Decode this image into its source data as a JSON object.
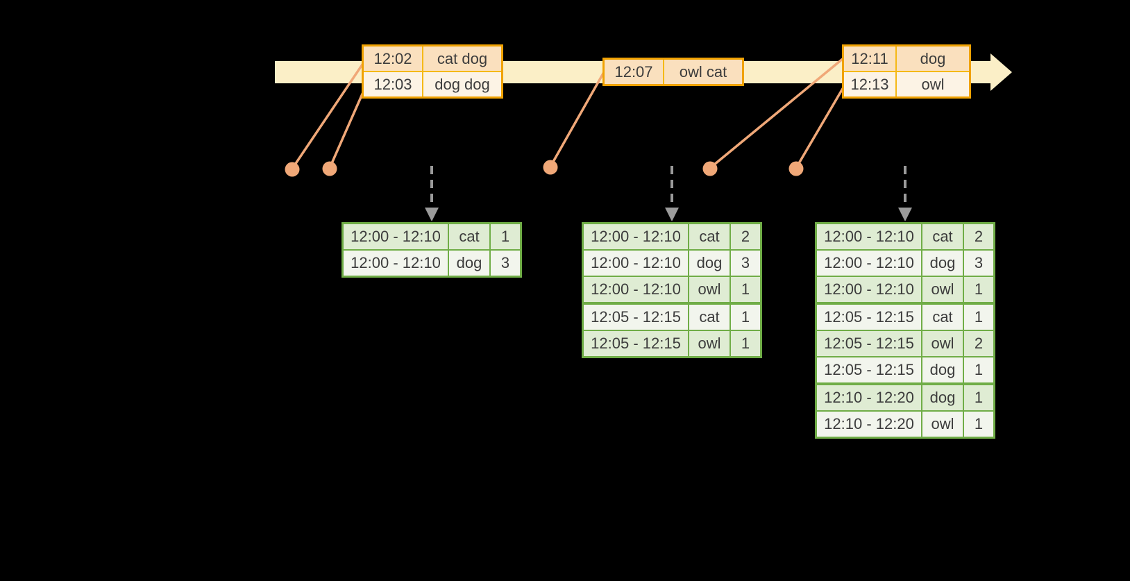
{
  "colors": {
    "bg": "#000000",
    "band": "#FBEFC7",
    "orange": "#F0A202",
    "orange-div": "#F5B916",
    "peach-dark": "#FAE0BE",
    "peach-light": "#FCF3E5",
    "salmon": "#F0A878",
    "arrow-gray": "#9B9B9B",
    "green": "#70AD47",
    "green-dark": "#DFECD3",
    "green-light": "#F2F5ED",
    "ink": "#3C3C3C"
  },
  "event_stream": {
    "tables": [
      {
        "rows": [
          {
            "time": "12:02",
            "words": "cat dog"
          },
          {
            "time": "12:03",
            "words": "dog dog"
          }
        ]
      },
      {
        "rows": [
          {
            "time": "12:07",
            "words": "owl cat"
          }
        ]
      },
      {
        "rows": [
          {
            "time": "12:11",
            "words": "dog"
          },
          {
            "time": "12:13",
            "words": "owl"
          }
        ]
      }
    ]
  },
  "result_tables": [
    {
      "rows": [
        {
          "window": "12:00 - 12:10",
          "word": "cat",
          "count": "1"
        },
        {
          "window": "12:00 - 12:10",
          "word": "dog",
          "count": "3"
        }
      ]
    },
    {
      "rows": [
        {
          "window": "12:00 - 12:10",
          "word": "cat",
          "count": "2"
        },
        {
          "window": "12:00 - 12:10",
          "word": "dog",
          "count": "3"
        },
        {
          "window": "12:00 - 12:10",
          "word": "owl",
          "count": "1"
        },
        {
          "window": "12:05 - 12:15",
          "word": "cat",
          "count": "1"
        },
        {
          "window": "12:05 - 12:15",
          "word": "owl",
          "count": "1"
        }
      ]
    },
    {
      "rows": [
        {
          "window": "12:00 - 12:10",
          "word": "cat",
          "count": "2"
        },
        {
          "window": "12:00 - 12:10",
          "word": "dog",
          "count": "3"
        },
        {
          "window": "12:00 - 12:10",
          "word": "owl",
          "count": "1"
        },
        {
          "window": "12:05 - 12:15",
          "word": "cat",
          "count": "1"
        },
        {
          "window": "12:05 - 12:15",
          "word": "owl",
          "count": "2"
        },
        {
          "window": "12:05 - 12:15",
          "word": "dog",
          "count": "1"
        },
        {
          "window": "12:10 - 12:20",
          "word": "dog",
          "count": "1"
        },
        {
          "window": "12:10 - 12:20",
          "word": "owl",
          "count": "1"
        }
      ]
    }
  ]
}
